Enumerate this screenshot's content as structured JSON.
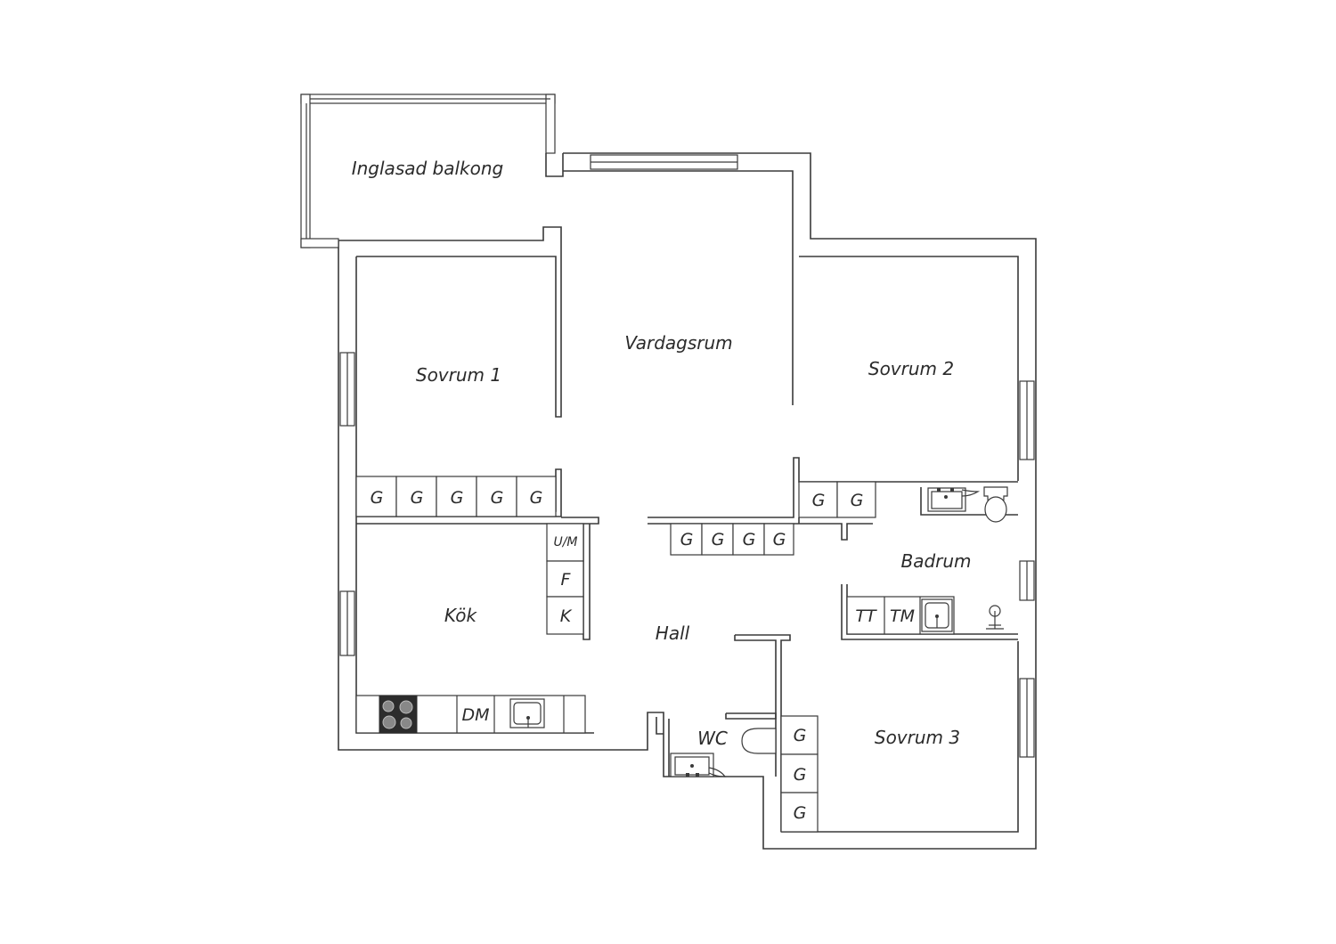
{
  "rooms": {
    "balcony": "Inglasad balkong",
    "living": "Vardagsrum",
    "bedroom1": "Sovrum 1",
    "bedroom2": "Sovrum 2",
    "bedroom3": "Sovrum 3",
    "kitchen": "Kök",
    "hall": "Hall",
    "bathroom": "Badrum",
    "wc": "WC"
  },
  "fixtures": {
    "wardrobe": "G",
    "fridge_freezer_top": "U/M",
    "fridge": "F",
    "freezer": "K",
    "dishwasher": "DM",
    "dryer": "TT",
    "washer": "TM"
  },
  "icons": [
    "stove-icon",
    "sink-icon",
    "toilet-icon",
    "shower-icon"
  ]
}
